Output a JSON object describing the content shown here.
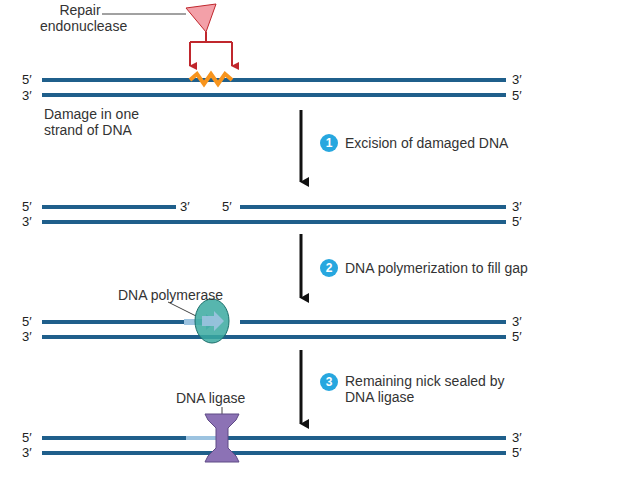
{
  "diagram": {
    "nodes": [
      {
        "text": [
          "1"
        ]
      },
      {
        "text": [
          "2"
        ]
      },
      {
        "text": [
          "3"
        ]
      }
    ],
    "labels": [
      "Repair endonuclease",
      "5′",
      "3′",
      "3′",
      "5′",
      "Damage in one strand of DNA",
      "Excision of damaged DNA",
      "5′",
      "3′",
      "5′",
      "3′",
      "3′",
      "5′",
      "DNA polymerization to fill gap",
      "DNA polymerase",
      "5′",
      "3′",
      "3′",
      "5′",
      "Remaining nick sealed by DNA ligase",
      "DNA ligase",
      "5′",
      "3′",
      "3′",
      "5′"
    ]
  }
}
